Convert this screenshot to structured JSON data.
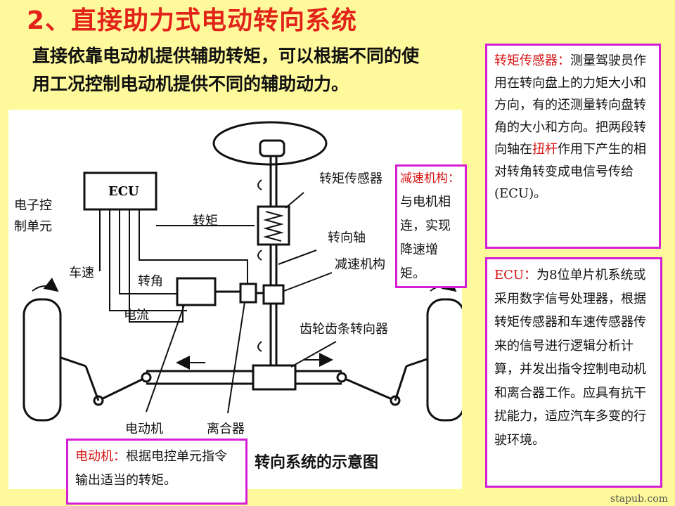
{
  "title": "2、直接助力式电动转向系统",
  "subtitle": "直接依靠电动机提供辅助转矩，可以根据不同的使用工况控制电动机提供不同的辅助动力。",
  "diagram": {
    "ecu": "ECU",
    "ecu_label": "电子控制单元",
    "ecu_label_line1": "电子控",
    "ecu_label_line2": "制单元",
    "torque_sensor": "转矩传感器",
    "torque": "转矩",
    "steering_shaft": "转向轴",
    "reducer": "减速机构",
    "vehicle_speed": "车速",
    "steering_angle": "转角",
    "current": "电流",
    "rack_pinion": "齿轮齿条转向器",
    "motor": "电动机",
    "clutch": "离合器",
    "caption": "转向系统的示意图"
  },
  "boxes": {
    "reducer_box": {
      "heading": "减速机构：",
      "body_line1": "与电机相",
      "body_line2": "连，实现",
      "body_line3": "降速增矩。"
    },
    "torque_sensor_box": {
      "heading": "转矩传感器：",
      "text1": "测量驾驶员作用在转向盘上的力矩大小和方向，有的还测量转向盘转角的大小和方向。把两段转向轴在",
      "keyword": "扭杆",
      "text2": "作用下产生的相对转角转变成电信号传给(ECU)。"
    },
    "ecu_box": {
      "heading": "ECU：",
      "text": "为8位单片机系统或采用数字信号处理器，根据转矩传感器和车速传感器传来的信号进行逻辑分析计算，并发出指令控制电动机和离合器工作。应具有抗干扰能力，适应汽车多变的行驶环境。"
    },
    "motor_box": {
      "heading": "电动机：",
      "text": "根据电控单元指令输出适当的转矩。"
    }
  },
  "watermark": "stapub.com",
  "colors": {
    "background": "#fefa9b",
    "title": "#e2231a",
    "box_border": "#d51fd5",
    "heading": "#d51111"
  }
}
